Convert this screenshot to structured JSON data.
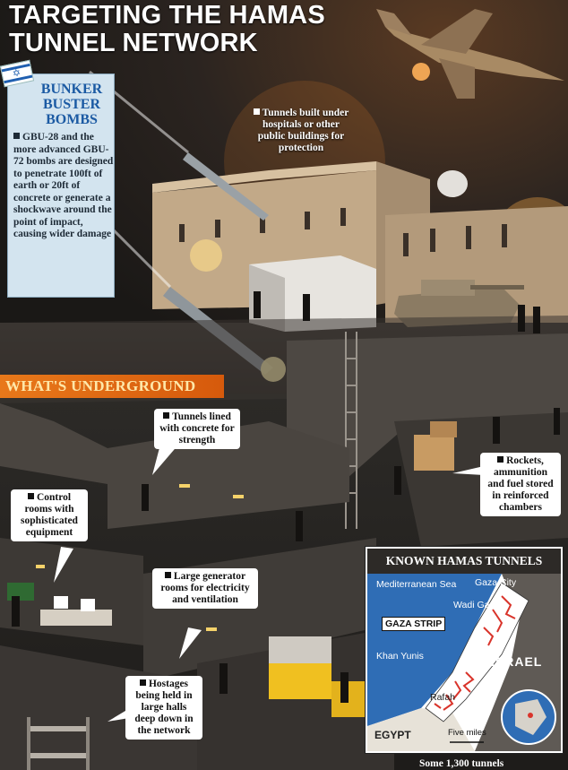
{
  "headline": {
    "line1": "TARGETING THE HAMAS",
    "line2": "TUNNEL NETWORK"
  },
  "bunker_box": {
    "title_line1": "BUNKER",
    "title_line2": "BUSTER",
    "title_line3": "BOMBS",
    "text": "GBU-28 and the more advanced GBU-72 bombs are designed to penetrate 100ft of earth or 20ft of concrete or generate a shockwave around the point of impact, causing wider damage"
  },
  "section_label": "WHAT'S UNDERGROUND",
  "callouts": {
    "hospitals": "Tunnels built under hospitals or other public buildings for protection",
    "concrete": "Tunnels lined with concrete for strength",
    "control_rooms": "Control rooms with sophisticated equipment",
    "generators": "Large generator rooms for electricity and ventilation",
    "rockets": "Rockets, ammunition and fuel stored in reinforced chambers",
    "hostages": "Hostages being held in large halls deep down in the network"
  },
  "map": {
    "title": "KNOWN HAMAS TUNNELS",
    "sea": "Mediterranean Sea",
    "gaza_city": "Gaza City",
    "wadi_gaza": "Wadi Gaza",
    "gaza_strip": "GAZA STRIP",
    "khan_yunis": "Khan Yunis",
    "rafah": "Rafah",
    "israel": "ISRAEL",
    "egypt": "EGYPT",
    "scale": "Five miles"
  },
  "footer_partial": "Some 1,300 tunnels",
  "colors": {
    "accent_orange": "#e8781a",
    "bunker_blue": "#1b5aa3",
    "bunker_bg": "#d3e4ef",
    "tunnel_red": "#d9342b",
    "sea_blue": "#2f6db5"
  }
}
